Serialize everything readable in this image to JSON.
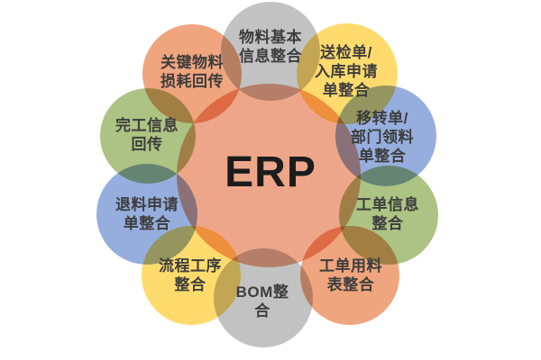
{
  "center": {
    "label": "ERP",
    "color": "#ECA183"
  },
  "nodes": [
    {
      "label": "物料基本\n信息整合",
      "color": "#BFBFBF"
    },
    {
      "label": "送检单/\n入库申请\n单整合",
      "color": "#FFD966"
    },
    {
      "label": "移转单/\n部门领料\n单整合",
      "color": "#8FAADC"
    },
    {
      "label": "工单信息\n整合",
      "color": "#A8C07C"
    },
    {
      "label": "工单用料\n表整合",
      "color": "#EFA077"
    },
    {
      "label": "BOM整\n合",
      "color": "#BFBFBF"
    },
    {
      "label": "流程工序\n整合",
      "color": "#FFD966"
    },
    {
      "label": "退料申请\n单整合",
      "color": "#8FAADC"
    },
    {
      "label": "完工信息\n回传",
      "color": "#A8C07C"
    },
    {
      "label": "关键物料\n损耗回传",
      "color": "#EFA077"
    }
  ],
  "colors": {
    "background": "#FFFFFF",
    "label_text": "#3D3D3D",
    "center_text": "#1C1C1C"
  }
}
